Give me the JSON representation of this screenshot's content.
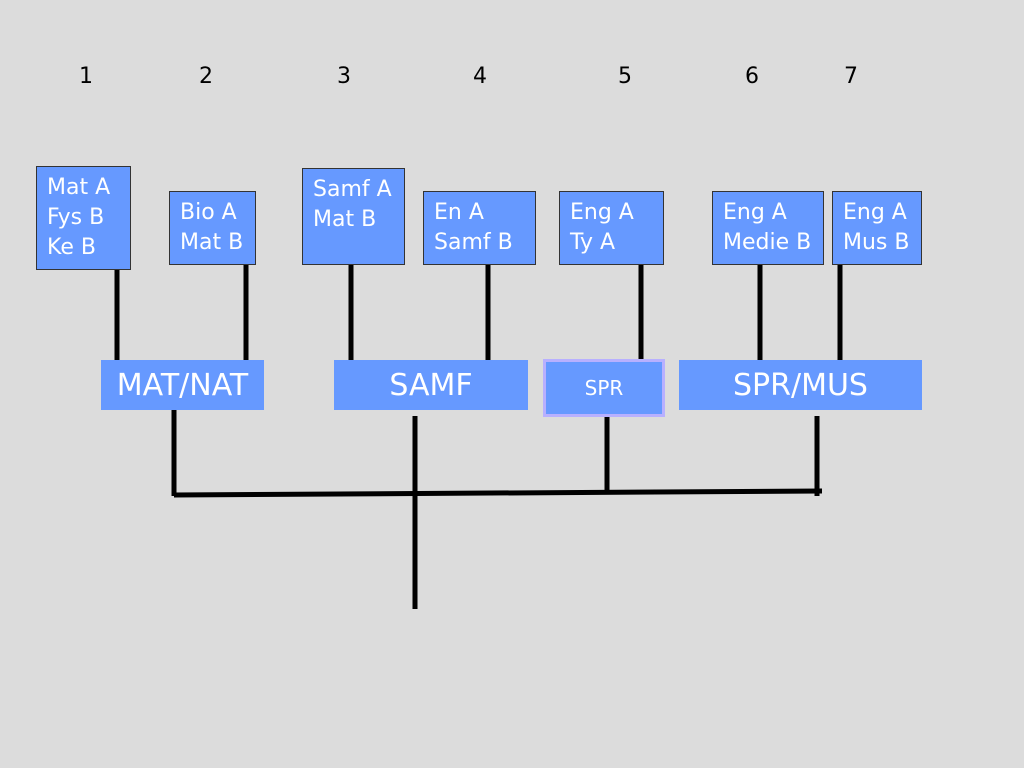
{
  "columns": [
    "1",
    "2",
    "3",
    "4",
    "5",
    "6",
    "7"
  ],
  "subjects": [
    [
      "Mat A",
      "Fys B",
      "Ke B"
    ],
    [
      "Bio A",
      "Mat B"
    ],
    [
      "Samf A",
      "Mat B"
    ],
    [
      "En A",
      "Samf B"
    ],
    [
      "Eng A",
      "Ty A"
    ],
    [
      "Eng A",
      "Medie B"
    ],
    [
      "Eng A",
      "Mus B"
    ]
  ],
  "groups": [
    "MAT/NAT",
    "SAMF",
    "SPR",
    "SPR/MUS"
  ],
  "colors": {
    "box": "#6699ff",
    "highlight_border": "#b8b0ff",
    "line": "#000000",
    "background": "#dcdcdc"
  }
}
